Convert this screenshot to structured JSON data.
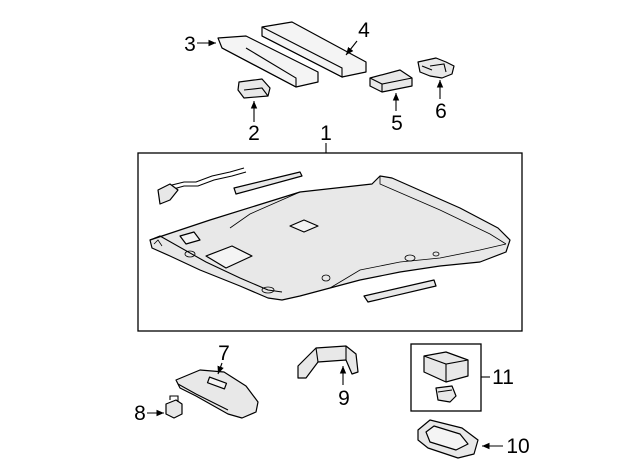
{
  "diagram": {
    "callouts": [
      {
        "id": "1",
        "label": "1"
      },
      {
        "id": "2",
        "label": "2"
      },
      {
        "id": "3",
        "label": "3"
      },
      {
        "id": "4",
        "label": "4"
      },
      {
        "id": "5",
        "label": "5"
      },
      {
        "id": "6",
        "label": "6"
      },
      {
        "id": "7",
        "label": "7"
      },
      {
        "id": "8",
        "label": "8"
      },
      {
        "id": "9",
        "label": "9"
      },
      {
        "id": "10",
        "label": "10"
      },
      {
        "id": "11",
        "label": "11"
      }
    ],
    "colors": {
      "line": "#000000",
      "part_fill": "#e8e8e8",
      "background": "#ffffff"
    }
  }
}
